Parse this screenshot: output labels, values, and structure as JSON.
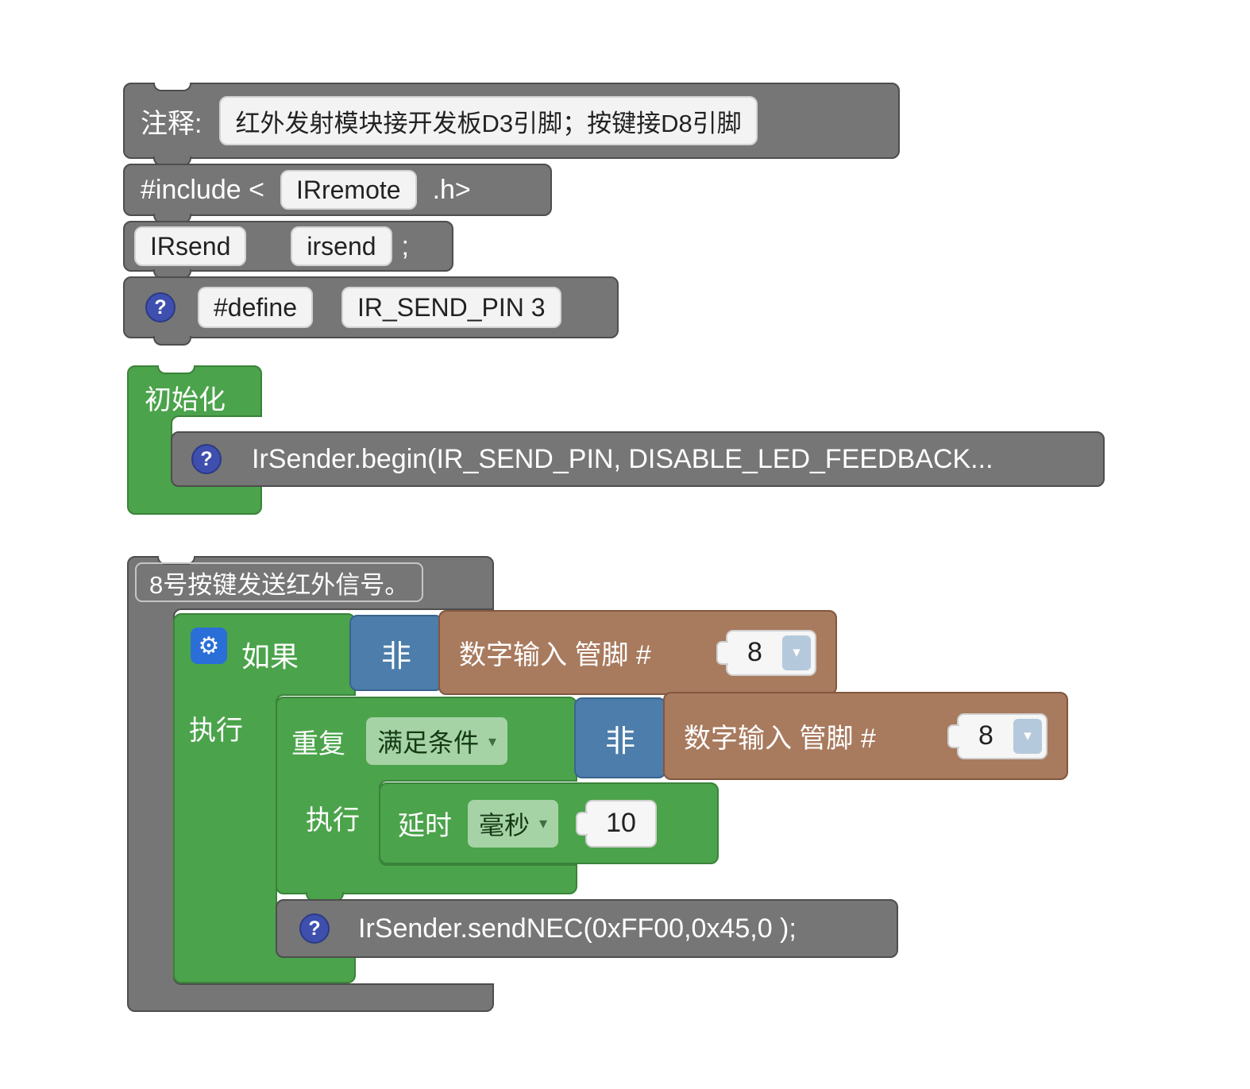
{
  "icons": {
    "help": "?",
    "gear": "⚙",
    "dropdown": "▾"
  },
  "colors": {
    "block_gray": "#767676",
    "block_green": "#4ba34b",
    "block_blue": "#4d7dab",
    "block_brown": "#a87a5e",
    "gear_blue": "#2a6fd8",
    "help_indigo": "#3e4fae",
    "dropdown_light_green": "#a6d3a6",
    "pin_caret_blue": "#b5c9dc"
  },
  "comment": {
    "label": "注释:",
    "value": "红外发射模块接开发板D3引脚；按键接D8引脚"
  },
  "include": {
    "prefix": "#include <",
    "library": "IRremote",
    "suffix": ".h>"
  },
  "declare": {
    "type": "IRsend",
    "name": "irsend",
    "semicolon": ";"
  },
  "define": {
    "keyword": "#define",
    "value": "IR_SEND_PIN 3"
  },
  "setup": {
    "label": "初始化",
    "code": "IrSender.begin(IR_SEND_PIN, DISABLE_LED_FEEDBACK..."
  },
  "event": {
    "title": "8号按键发送红外信号。"
  },
  "if_block": {
    "label": "如果",
    "do_label": "执行"
  },
  "not1": {
    "label": "非"
  },
  "digital1": {
    "label": "数字输入 管脚 #",
    "pin": "8"
  },
  "repeat": {
    "label": "重复",
    "mode": "满足条件",
    "do_label": "执行"
  },
  "not2": {
    "label": "非"
  },
  "digital2": {
    "label": "数字输入 管脚 #",
    "pin": "8"
  },
  "delay": {
    "label": "延时",
    "unit": "毫秒",
    "value": "10"
  },
  "send": {
    "code": "IrSender.sendNEC(0xFF00,0x45,0 );"
  }
}
